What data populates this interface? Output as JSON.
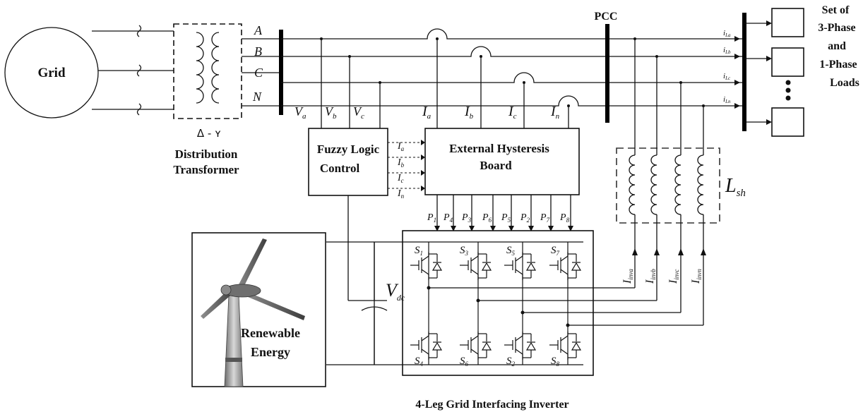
{
  "labels": {
    "grid": "Grid",
    "transformer_symbol": "Δ - ʏ",
    "transformer_line1": "Distribution",
    "transformer_line2": "Transformer",
    "phase_a": "A",
    "phase_b": "B",
    "phase_c": "C",
    "phase_n": "N",
    "va": "V",
    "va_sub": "a",
    "vb": "V",
    "vb_sub": "b",
    "vc": "V",
    "vc_sub": "c",
    "ia": "I",
    "ia_sub": "a",
    "ib": "I",
    "ib_sub": "b",
    "ic": "I",
    "ic_sub": "c",
    "in": "I",
    "in_sub": "n",
    "pcc": "PCC",
    "fuzzy_line1": "Fuzzy Logic",
    "fuzzy_line2": "Control",
    "hysteresis_line1": "External Hysteresis",
    "hysteresis_line2": "Board",
    "loads_line1": "Set of",
    "loads_line2": "3-Phase",
    "loads_line3": "and",
    "loads_line4": "1-Phase",
    "loads_line5": "Loads",
    "lsh": "L",
    "lsh_sub": "sh",
    "vdc": "V",
    "vdc_sub": "dc",
    "renewable_line1": "Renewable",
    "renewable_line2": "Energy",
    "inverter_title": "4-Leg Grid Interfacing Inverter",
    "load_currents": [
      "i",
      "i",
      "i",
      "i"
    ],
    "load_current_subs": [
      "La",
      "Lb",
      "Lc",
      "Ln"
    ],
    "ref_currents": [
      "I",
      "I",
      "I",
      "I"
    ],
    "ref_current_subs": [
      "a",
      "b",
      "c",
      "n"
    ],
    "pulses": [
      "P",
      "P",
      "P",
      "P",
      "P",
      "P",
      "P",
      "P"
    ],
    "pulse_subs": [
      "1",
      "4",
      "3",
      "6",
      "5",
      "2",
      "7",
      "8"
    ],
    "switches_top": [
      "S",
      "S",
      "S",
      "S"
    ],
    "switches_top_subs": [
      "1",
      "3",
      "5",
      "7"
    ],
    "switches_bottom": [
      "S",
      "S",
      "S",
      "S"
    ],
    "switches_bottom_subs": [
      "4",
      "6",
      "2",
      "8"
    ],
    "inv_currents": [
      "I",
      "I",
      "I",
      "I"
    ],
    "inv_current_subs": [
      "inva",
      "invb",
      "invc",
      "invn"
    ]
  }
}
